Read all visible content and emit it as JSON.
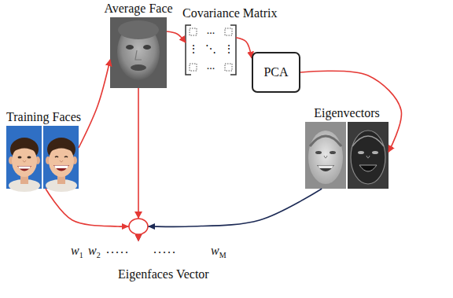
{
  "diagram": {
    "nodes": [
      {
        "text": [
          "Training Faces"
        ]
      },
      {
        "text": [
          "Average Face"
        ]
      },
      {
        "text": [
          "Covariance Matrix",
          "...",
          "⋮",
          "⋱",
          "⋮",
          "..."
        ]
      },
      {
        "text": [
          "PCA"
        ]
      },
      {
        "text": [
          "Eigenvectors"
        ]
      },
      {
        "text": [
          "w1",
          "w2",
          ".....",
          ".....",
          "wM",
          "Eigenfaces Vector"
        ]
      }
    ],
    "edges": [
      {
        "from": 0,
        "to": 1,
        "arrow": "to"
      },
      {
        "from": 1,
        "to": 2,
        "arrow": "to"
      },
      {
        "from": 2,
        "to": 3,
        "arrow": "to"
      },
      {
        "from": 3,
        "to": 4,
        "arrow": "to"
      },
      {
        "from": 4,
        "to": 5,
        "arrow": "to"
      },
      {
        "from": 0,
        "to": 5,
        "arrow": "to"
      },
      {
        "from": 1,
        "to": 5,
        "arrow": "to"
      }
    ]
  }
}
